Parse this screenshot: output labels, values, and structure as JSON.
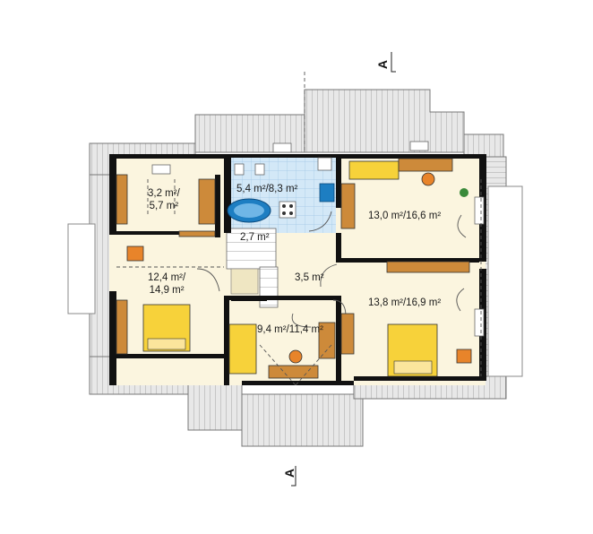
{
  "section_marker": {
    "label": "A"
  },
  "rooms": {
    "wardrobe": {
      "area": "3,2 m²/",
      "area2": "5,7 m²"
    },
    "bathroom": {
      "area": "5,4 m²/8,3 m²"
    },
    "bedroom_ne": {
      "area": "13,0 m²/16,6 m²"
    },
    "stairs": {
      "area": "2,7 m²"
    },
    "bedroom_w": {
      "area": "12,4 m²/",
      "area2": "14,9 m²"
    },
    "hall": {
      "area": "3,5 m²"
    },
    "bedroom_se": {
      "area": "13,8 m²/16,9 m²"
    },
    "bedroom_s": {
      "area": "9,4 m²/11,4 m²"
    }
  },
  "colors": {
    "roof": "#e6e6e6",
    "roof_lines": "#a8a8a8",
    "floor": "#fbf5df",
    "bath_tile": "#cfe6f6",
    "wall": "#111111",
    "furniture_wood": "#cd8a3a",
    "bed_yellow": "#f7d23a",
    "chair_orange": "#e8842a",
    "dash": "#555555"
  }
}
